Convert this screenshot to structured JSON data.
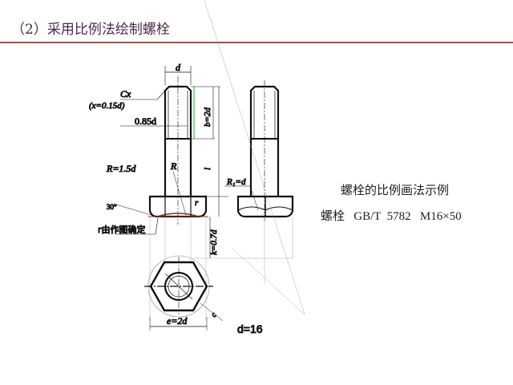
{
  "slide": {
    "title": "（2）采用比例法绘制螺栓",
    "caption_line1": "螺栓的比例画法示例",
    "caption_line2": "螺栓   GB/T  5782   M16×50"
  },
  "drawing_labels": {
    "d": "d",
    "cx": "Cx",
    "x_ratio": "(x=0.15d)",
    "minor_dia": "0.85d",
    "b": "b=2d",
    "l": "l",
    "R_big": "R=1.5d",
    "R": "R",
    "R1": "R₁=d",
    "angle": "30°",
    "r": "r",
    "r_note": "r由作图确定",
    "k": "k=0.7d",
    "e": "e=2d",
    "c": "c",
    "d_value": "d=16"
  },
  "colors": {
    "title": "#4a2a4e",
    "rule": "#8c5a4c",
    "dim_green": "#2ecc40",
    "head_brown": "#7a3a2a"
  }
}
